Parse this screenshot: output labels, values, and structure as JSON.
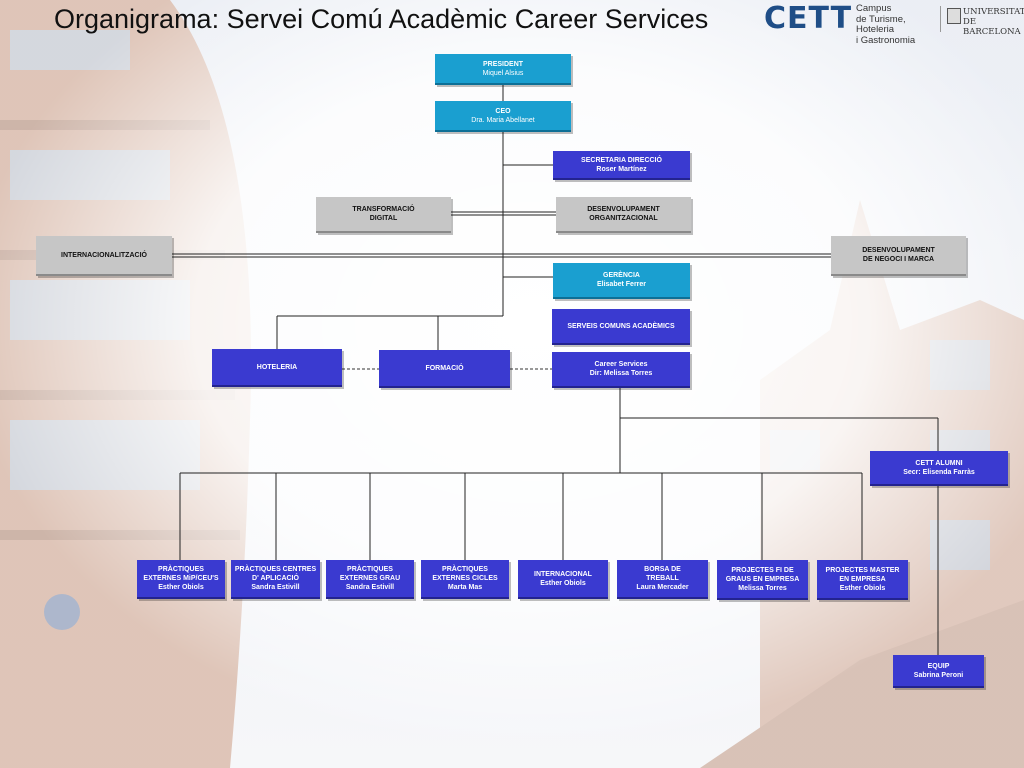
{
  "page": {
    "title": "Organigrama: Servei Comú Acadèmic Career Services"
  },
  "logo": {
    "cett": "CETT",
    "campus_line1": "Campus",
    "campus_line2": "de Turisme, Hoteleria",
    "campus_line3": "i Gastronomia",
    "university_line1": "UNIVERSITAT DE",
    "university_line2": "BARCELONA"
  },
  "colors": {
    "cyan_box": "#1a9fd0",
    "blue_box": "#3a3ad0",
    "gray_box": "#c6c6c6"
  },
  "nodes": {
    "president": {
      "line1": "PRESIDENT",
      "line2": "Miquel Alsius"
    },
    "ceo": {
      "line1": "CEO",
      "line2": "Dra. Maria Abellanet"
    },
    "secretaria": {
      "line1": "SECRETARIA DIRECCIÓ",
      "line2": "Roser Martínez"
    },
    "transformacio": {
      "line1": "TRANSFORMACIÓ",
      "line2": "DIGITAL"
    },
    "desenv_org": {
      "line1": "DESENVOLUPAMENT",
      "line2": "ORGANITZACIONAL"
    },
    "internacionalitzacio": {
      "line1": "INTERNACIONALITZACIÓ",
      "line2": ""
    },
    "desenv_negoci": {
      "line1": "DESENVOLUPAMENT",
      "line2": "DE NEGOCI I MARCA"
    },
    "gerencia": {
      "line1": "GERÈNCIA",
      "line2": "Elisabet Ferrer"
    },
    "serveis_comuns": {
      "line1": "SERVEIS COMUNS ACADÈMICS",
      "line2": ""
    },
    "hoteleria": {
      "line1": "HOTELERIA",
      "line2": ""
    },
    "formacio": {
      "line1": "FORMACIÓ",
      "line2": ""
    },
    "career_services": {
      "line1": "Career Services",
      "line2": "Dir:  Melissa Torres"
    },
    "cett_alumni": {
      "line1": "CETT ALUMNI",
      "line2": "Secr: Elisenda Farràs"
    },
    "practiques_mip": {
      "line1": "PRÀCTIQUES",
      "line2": "EXTERNES MiP/CEU'S",
      "line3": "Esther Obiols"
    },
    "practiques_centres": {
      "line1": "PRÀCTIQUES CENTRES",
      "line2": "D' APLICACIÓ",
      "line3": "Sandra Estivill"
    },
    "practiques_grau": {
      "line1": "PRÀCTIQUES",
      "line2": "EXTERNES GRAU",
      "line3": "Sandra Estivill"
    },
    "practiques_cicles": {
      "line1": "PRÀCTIQUES",
      "line2": "EXTERNES CICLES",
      "line3": "Marta Mas"
    },
    "internacional": {
      "line1": "INTERNACIONAL",
      "line2": "Esther Obiols",
      "line3": ""
    },
    "borsa_treball": {
      "line1": "BORSA DE",
      "line2": "TREBALL",
      "line3": "Laura Mercader"
    },
    "projectes_fi": {
      "line1": "PROJECTES  FI DE",
      "line2": "GRAUS EN EMPRESA",
      "line3": "Melissa Torres"
    },
    "projectes_master": {
      "line1": "PROJECTES MASTER",
      "line2": "EN EMPRESA",
      "line3": "Esther Obiols"
    },
    "equip": {
      "line1": "EQUIP",
      "line2": "Sabrina Peroni"
    }
  }
}
